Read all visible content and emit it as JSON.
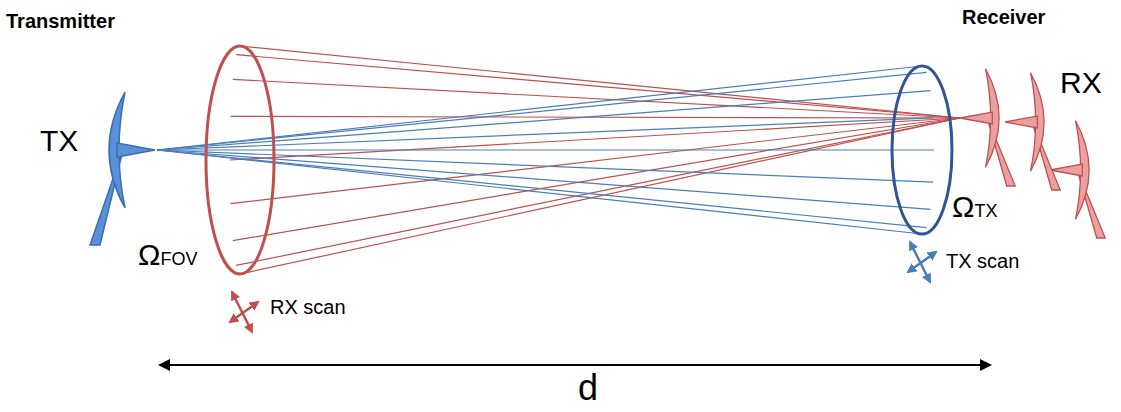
{
  "diagram": {
    "labels": [
      "Transmitter",
      "TX",
      "ΩFOV",
      "RX scan",
      "Receiver",
      "RX",
      "ΩTX",
      "TX scan",
      "d"
    ]
  }
}
